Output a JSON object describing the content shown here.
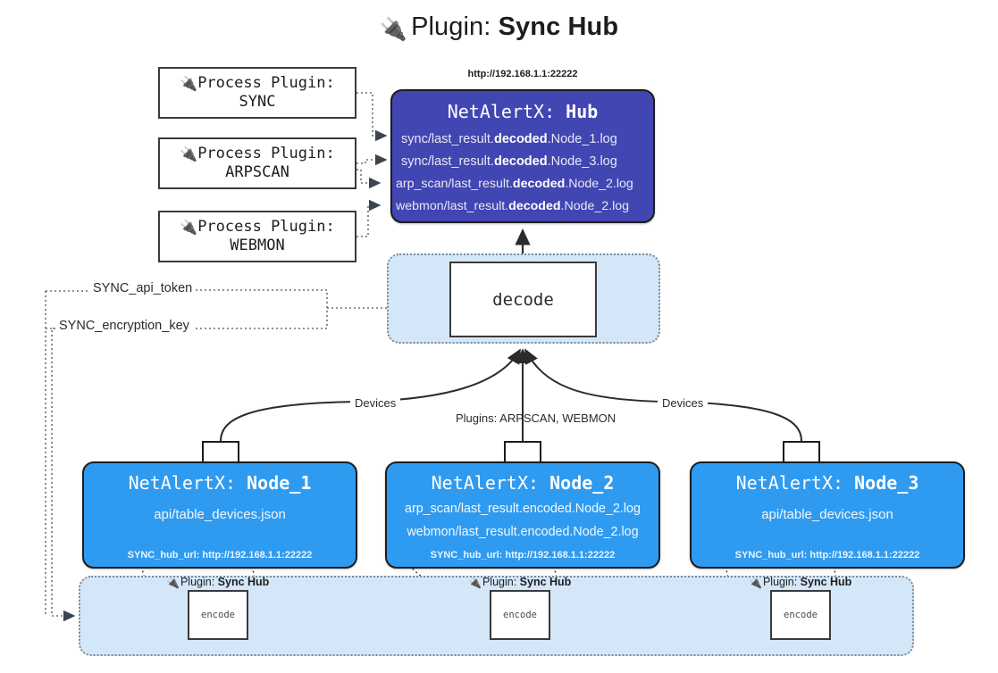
{
  "title": {
    "icon": "plug-icon",
    "prefix": "Plugin:",
    "name": "Sync Hub"
  },
  "process_plugins": [
    {
      "line1": "Process Plugin:",
      "line2": "SYNC"
    },
    {
      "line1": "Process Plugin:",
      "line2": "ARPSCAN"
    },
    {
      "line1": "Process Plugin:",
      "line2": "WEBMON"
    }
  ],
  "hub": {
    "url": "http://192.168.1.1:22222",
    "title_prefix": "NetAlertX:",
    "title_name": "Hub",
    "logs": [
      {
        "pre": "sync/last_result.",
        "mid": "decoded",
        "post": ".Node_1.log"
      },
      {
        "pre": "sync/last_result.",
        "mid": "decoded",
        "post": ".Node_3.log"
      },
      {
        "pre": "arp_scan/last_result.",
        "mid": "decoded",
        "post": ".Node_2.log"
      },
      {
        "pre": "webmon/last_result.",
        "mid": "decoded",
        "post": ".Node_2.log"
      }
    ]
  },
  "decode": {
    "label": "decode"
  },
  "tokens": [
    {
      "label": "SYNC_api_token"
    },
    {
      "label": "SYNC_encryption_key"
    }
  ],
  "edge_labels": {
    "left_devices": "Devices",
    "right_devices": "Devices",
    "center_plugins": "Plugins: ARPSCAN, WEBMON"
  },
  "nodes": [
    {
      "title_prefix": "NetAlertX:",
      "title_name": "Node_1",
      "lines": [
        "api/table_devices.json"
      ],
      "footer": "SYNC_hub_url: http://192.168.1.1:22222"
    },
    {
      "title_prefix": "NetAlertX:",
      "title_name": "Node_2",
      "lines": [
        "arp_scan/last_result.encoded.Node_2.log",
        "webmon/last_result.encoded.Node_2.log"
      ],
      "footer": "SYNC_hub_url: http://192.168.1.1:22222"
    },
    {
      "title_prefix": "NetAlertX:",
      "title_name": "Node_3",
      "lines": [
        "api/table_devices.json"
      ],
      "footer": "SYNC_hub_url: http://192.168.1.1:22222"
    }
  ],
  "encoders": [
    {
      "plugin_prefix": "Plugin:",
      "plugin_name": "Sync Hub",
      "label": "encode"
    },
    {
      "plugin_prefix": "Plugin:",
      "plugin_name": "Sync Hub",
      "label": "encode"
    },
    {
      "plugin_prefix": "Plugin:",
      "plugin_name": "Sync Hub",
      "label": "encode"
    }
  ],
  "colors": {
    "hub_fill": "#4146b3",
    "node_fill": "#2f9bf0",
    "container_fill": "#d4e7f9",
    "stroke": "#1c1c1c",
    "dotted_stroke": "#7d8a96"
  }
}
